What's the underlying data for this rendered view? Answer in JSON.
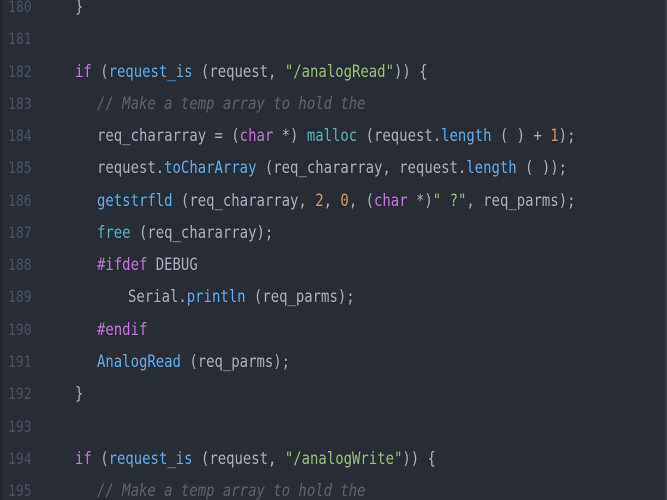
{
  "editor": {
    "theme": "one-dark",
    "colors": {
      "background": "#282c34",
      "line_number": "#495162",
      "plain": "#abb2bf",
      "keyword": "#c678dd",
      "function": "#61afef",
      "builtin": "#56b6c2",
      "string": "#98c379",
      "number": "#d19a66",
      "comment": "#5c6370"
    },
    "lines": [
      {
        "number": "180",
        "indent": 0,
        "tokens": [
          {
            "t": "plain",
            "v": "}"
          }
        ]
      },
      {
        "number": "181",
        "indent": 0,
        "tokens": []
      },
      {
        "number": "182",
        "indent": 0,
        "tokens": [
          {
            "t": "keyword",
            "v": "if"
          },
          {
            "t": "plain",
            "v": " ("
          },
          {
            "t": "func",
            "v": "request_is"
          },
          {
            "t": "plain",
            "v": " (request, "
          },
          {
            "t": "string",
            "v": "\"/analogRead\""
          },
          {
            "t": "plain",
            "v": ")) {"
          }
        ]
      },
      {
        "number": "183",
        "indent": 1,
        "tokens": [
          {
            "t": "comment",
            "v": "// Make a temp array to hold the"
          }
        ]
      },
      {
        "number": "184",
        "indent": 1,
        "tokens": [
          {
            "t": "plain",
            "v": "req_chararray = ("
          },
          {
            "t": "keyword",
            "v": "char"
          },
          {
            "t": "plain",
            "v": " *) "
          },
          {
            "t": "builtin",
            "v": "malloc"
          },
          {
            "t": "plain",
            "v": " (request."
          },
          {
            "t": "func",
            "v": "length"
          },
          {
            "t": "plain",
            "v": " ( ) + "
          },
          {
            "t": "number",
            "v": "1"
          },
          {
            "t": "plain",
            "v": ");"
          }
        ]
      },
      {
        "number": "185",
        "indent": 1,
        "tokens": [
          {
            "t": "plain",
            "v": "request."
          },
          {
            "t": "func",
            "v": "toCharArray"
          },
          {
            "t": "plain",
            "v": " (req_chararray, request."
          },
          {
            "t": "func",
            "v": "length"
          },
          {
            "t": "plain",
            "v": " ( ));"
          }
        ]
      },
      {
        "number": "186",
        "indent": 1,
        "tokens": [
          {
            "t": "func",
            "v": "getstrfld"
          },
          {
            "t": "plain",
            "v": " (req_chararray, "
          },
          {
            "t": "number",
            "v": "2"
          },
          {
            "t": "plain",
            "v": ", "
          },
          {
            "t": "number",
            "v": "0"
          },
          {
            "t": "plain",
            "v": ", ("
          },
          {
            "t": "keyword",
            "v": "char"
          },
          {
            "t": "plain",
            "v": " *)"
          },
          {
            "t": "string",
            "v": "\" ?\""
          },
          {
            "t": "plain",
            "v": ", req_parms);"
          }
        ]
      },
      {
        "number": "187",
        "indent": 1,
        "tokens": [
          {
            "t": "builtin",
            "v": "free"
          },
          {
            "t": "plain",
            "v": " (req_chararray);"
          }
        ]
      },
      {
        "number": "188",
        "indent": 1,
        "tokens": [
          {
            "t": "keyword",
            "v": "#ifdef"
          },
          {
            "t": "plain",
            "v": " DEBUG"
          }
        ]
      },
      {
        "number": "189",
        "indent": 2,
        "tokens": [
          {
            "t": "class",
            "v": "Serial"
          },
          {
            "t": "plain",
            "v": "."
          },
          {
            "t": "func",
            "v": "println"
          },
          {
            "t": "plain",
            "v": " (req_parms);"
          }
        ]
      },
      {
        "number": "190",
        "indent": 1,
        "tokens": [
          {
            "t": "keyword",
            "v": "#endif"
          }
        ]
      },
      {
        "number": "191",
        "indent": 1,
        "tokens": [
          {
            "t": "func",
            "v": "AnalogRead"
          },
          {
            "t": "plain",
            "v": " (req_parms);"
          }
        ]
      },
      {
        "number": "192",
        "indent": 0,
        "tokens": [
          {
            "t": "plain",
            "v": "}"
          }
        ]
      },
      {
        "number": "193",
        "indent": 0,
        "tokens": []
      },
      {
        "number": "194",
        "indent": 0,
        "tokens": [
          {
            "t": "keyword",
            "v": "if"
          },
          {
            "t": "plain",
            "v": " ("
          },
          {
            "t": "func",
            "v": "request_is"
          },
          {
            "t": "plain",
            "v": " (request, "
          },
          {
            "t": "string",
            "v": "\"/analogWrite\""
          },
          {
            "t": "plain",
            "v": ")) {"
          }
        ]
      },
      {
        "number": "195",
        "indent": 1,
        "tokens": [
          {
            "t": "comment",
            "v": "// Make a temp array to hold the"
          }
        ]
      }
    ]
  }
}
